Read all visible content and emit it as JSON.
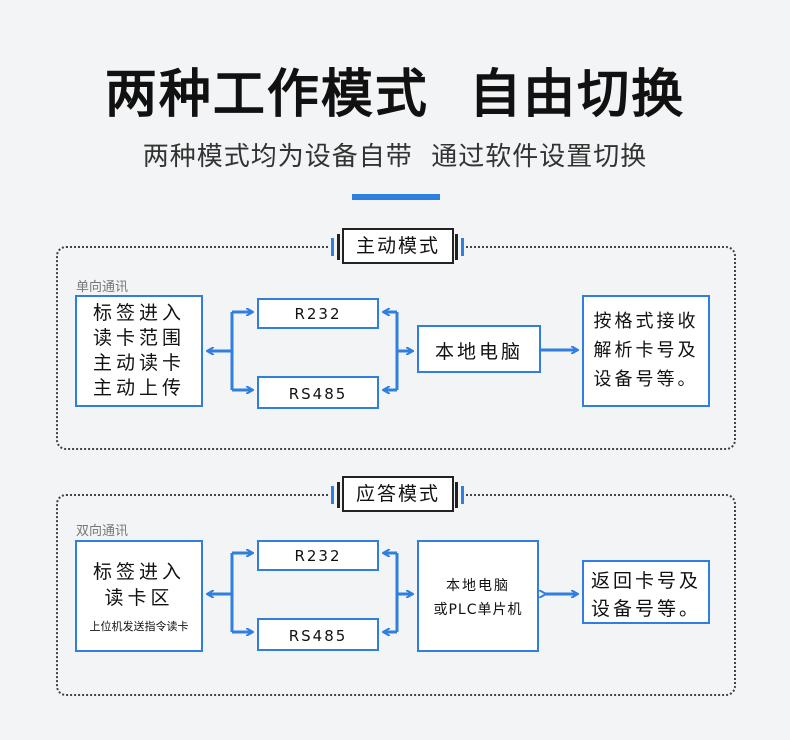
{
  "header": {
    "title": "两种工作模式  自由切换",
    "subtitle": "两种模式均为设备自带  通过软件设置切换"
  },
  "colors": {
    "accent": "#2f7fe0",
    "text": "#111111",
    "background": "#f3f4f6"
  },
  "active_mode": {
    "tag": "主动模式",
    "label": "单向通讯",
    "source_box": [
      "标签进入",
      "读卡范围",
      "主动读卡",
      "主动上传"
    ],
    "interface_top": "R232",
    "interface_bottom": "RS485",
    "host_box": "本地电脑",
    "result_box": [
      "按格式接收",
      "解析卡号及",
      "设备号等。"
    ]
  },
  "response_mode": {
    "tag": "应答模式",
    "label": "双向通讯",
    "source_box": [
      "标签进入",
      "读卡区"
    ],
    "source_note": "上位机发送指令读卡",
    "interface_top": "R232",
    "interface_bottom": "RS485",
    "host_box": [
      "本地电脑",
      "或PLC单片机"
    ],
    "result_box": [
      "返回卡号及",
      "设备号等。"
    ]
  }
}
